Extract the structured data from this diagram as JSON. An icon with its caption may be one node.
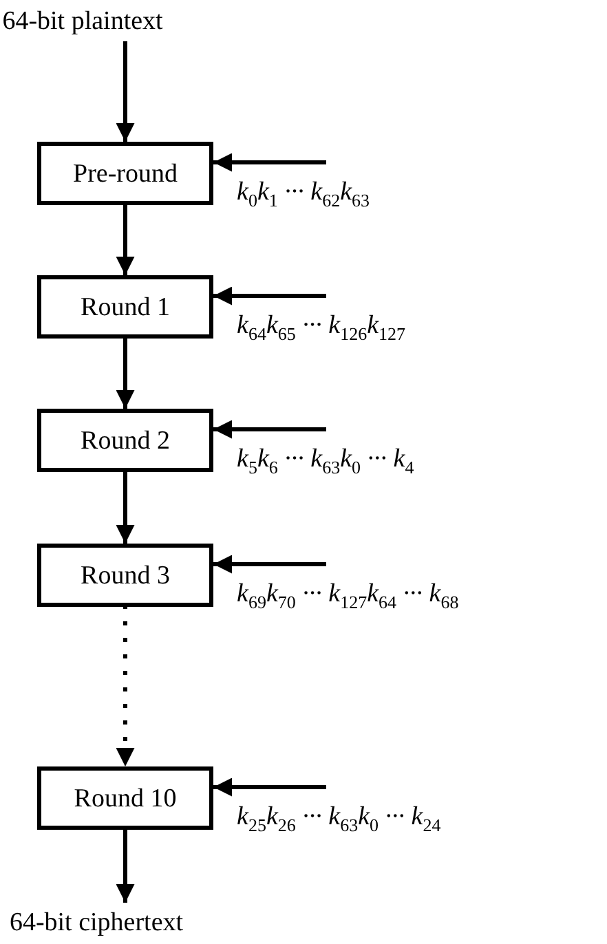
{
  "diagram": {
    "nodes": [
      {
        "text": [
          "64-bit plaintext"
        ]
      },
      {
        "text": [
          "Pre-round"
        ],
        "beside": [
          "k$_{0}$k$_{1}$ ··· k$_{62}$k$_{63}$"
        ]
      },
      {
        "text": [
          "Round 1"
        ],
        "beside": [
          "k$_{64}$k$_{65}$ ··· k$_{126}$k$_{127}$"
        ]
      },
      {
        "text": [
          "Round 2"
        ],
        "beside": [
          "k$_{5}$k$_{6}$ ··· k$_{63}$k$_{0}$ ··· k$_{4}$"
        ]
      },
      {
        "text": [
          "Round 3"
        ],
        "beside": [
          "k$_{69}$k$_{70}$ ··· k$_{127}$k$_{64}$ ··· k$_{68}$"
        ]
      },
      {
        "text": [
          "Round 10"
        ],
        "beside": [
          "k$_{25}$k$_{26}$ ··· k$_{63}$k$_{0}$ ··· k$_{24}$"
        ]
      },
      {
        "text": [
          "64-bit ciphertext"
        ]
      }
    ],
    "edges": [
      {
        "from": 0,
        "to": 1,
        "arrow": "to"
      },
      {
        "from": 1,
        "to": 2,
        "arrow": "to"
      },
      {
        "from": 2,
        "to": 3,
        "arrow": "to"
      },
      {
        "from": 3,
        "to": 4,
        "arrow": "to"
      },
      {
        "from": 4,
        "to": 5,
        "arrow": "to",
        "style": "dashed"
      },
      {
        "from": 5,
        "to": 6,
        "arrow": "to"
      },
      {
        "from": null,
        "to": 1,
        "arrow": "to"
      },
      {
        "from": null,
        "to": 2,
        "arrow": "to"
      },
      {
        "from": null,
        "to": 3,
        "arrow": "to"
      },
      {
        "from": null,
        "to": 4,
        "arrow": "to"
      },
      {
        "from": null,
        "to": 5,
        "arrow": "to"
      }
    ]
  }
}
